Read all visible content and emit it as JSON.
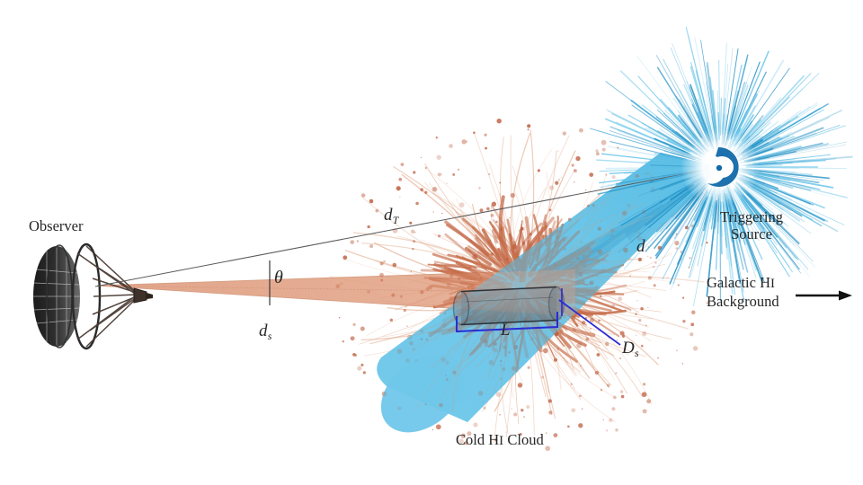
{
  "figure": {
    "type": "astronomy-schematic",
    "description": "Schematic of an HI absorption line-of-sight geometry: a radio telescope observer beam passing through a cold HI cloud illuminated by a triggering source.",
    "background_color": "#ffffff"
  },
  "palette": {
    "observer_beam": "#e3a98d",
    "observer_beam_edge": "#c98a6c",
    "source_cone": "#62c2e8",
    "source_cone_dark": "#1f8fc4",
    "cloud_filament": "#c0603a",
    "cloud_filament_light": "#dc9a77",
    "cloud_dot": "#b9522f",
    "cylinder_stroke": "#2b3138",
    "cylinder_fill": "#6f7d86",
    "bracket_blue": "#2b2bd4",
    "sight_line_gray": "#5a5a5a",
    "text": "#262626",
    "arrow_black": "#111111"
  },
  "labels": {
    "observer": "Observer",
    "triggering_source_line1": "Triggering",
    "triggering_source_line2": "Source",
    "galactic_background_line1_pre": "Galactic H",
    "galactic_background_line1_sc": "I",
    "galactic_background_line2": "Background",
    "cold_cloud_pre": "Cold H",
    "cold_cloud_sc": "I",
    "cold_cloud_post": " Cloud"
  },
  "math_labels": {
    "d_T": {
      "base": "d",
      "sub": "T",
      "meaning": "distance to triggering source"
    },
    "d_s": {
      "base": "d",
      "sub": "s",
      "meaning": "distance to cloud along observer sight line"
    },
    "theta": {
      "base": "θ",
      "meaning": "angular separation between source and observer beam axis"
    },
    "d": {
      "base": "d",
      "meaning": "distance from cloud to triggering source"
    },
    "L": {
      "base": "L",
      "meaning": "cloud path length along the line of sight"
    },
    "D_s": {
      "base": "D",
      "sub": "s",
      "meaning": "transverse size of the source-illuminated region"
    }
  },
  "elements": {
    "observer_dish": "parabolic radio telescope dish with radial support struts and feed horn",
    "observer_beam": "wedge-shaped telescope beam widening from the feed toward the cloud",
    "sight_line_to_source": "thin gray straight line from the telescope feed to the triggering source",
    "angle_tick": "short vertical tick marking the angle theta",
    "cold_hi_cloud": "radial burst of rust colored filaments with scattered point dots",
    "source_cone": "light blue cone emanating from the triggering source down through the cloud",
    "cylinder": "dark outlined cylinder representing the absorbing cloud segment",
    "length_bracket": "blue bracket under the cylinder labelled L",
    "ds_leader": "blue leader line from the cylinder end to the D_s label",
    "triggering_source": "blue radial burst with a dark ring at its center",
    "background_arrow": "black right-pointing arrow indicating the galactic HI background direction"
  }
}
